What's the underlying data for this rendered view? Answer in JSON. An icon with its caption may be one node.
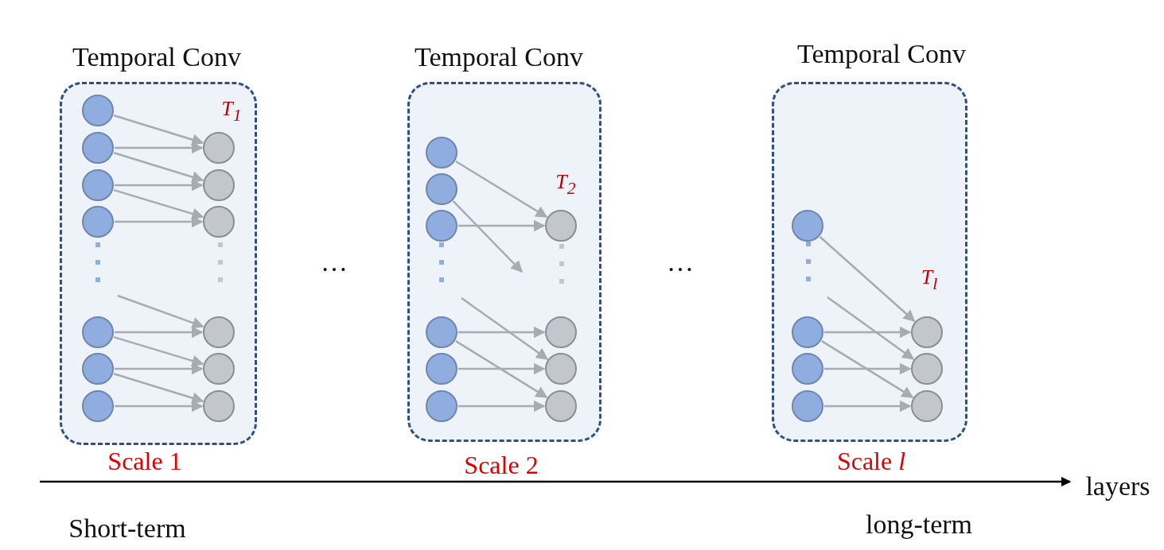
{
  "diagram": {
    "nodes": [
      {
        "text": [
          "Temporal Conv",
          "*T*$_{1}$"
        ],
        "beside": [
          "Scale 1"
        ]
      },
      {
        "text": [],
        "shape": "circle",
        "in": 0
      },
      {
        "text": [],
        "shape": "circle",
        "in": 0
      },
      {
        "text": [],
        "shape": "circle",
        "in": 0
      },
      {
        "text": [],
        "shape": "circle",
        "in": 0
      },
      {
        "text": [],
        "shape": "circle",
        "in": 0
      },
      {
        "text": [],
        "shape": "circle",
        "in": 0
      },
      {
        "text": [],
        "shape": "circle",
        "in": 0
      },
      {
        "text": [],
        "shape": "circle",
        "in": 0
      },
      {
        "text": [],
        "shape": "circle",
        "in": 0
      },
      {
        "text": [],
        "shape": "circle",
        "in": 0
      },
      {
        "text": [],
        "shape": "circle",
        "in": 0
      },
      {
        "text": [],
        "shape": "circle",
        "in": 0
      },
      {
        "text": [],
        "shape": "circle",
        "in": 0
      },
      {
        "text": [
          "Temporal Conv",
          "*T*$_{2}$"
        ],
        "beside": [
          "Scale 2"
        ]
      },
      {
        "text": [],
        "shape": "circle",
        "in": 14
      },
      {
        "text": [],
        "shape": "circle",
        "in": 14
      },
      {
        "text": [],
        "shape": "circle",
        "in": 14
      },
      {
        "text": [],
        "shape": "circle",
        "in": 14
      },
      {
        "text": [],
        "shape": "circle",
        "in": 14
      },
      {
        "text": [],
        "shape": "circle",
        "in": 14
      },
      {
        "text": [],
        "shape": "circle",
        "in": 14
      },
      {
        "text": [],
        "shape": "circle",
        "in": 14
      },
      {
        "text": [],
        "shape": "circle",
        "in": 14
      },
      {
        "text": [],
        "shape": "circle",
        "in": 14
      },
      {
        "text": [
          "Temporal Conv",
          "*T*$_{l}$"
        ],
        "beside": [
          "Scale *l*"
        ]
      },
      {
        "text": [],
        "shape": "circle",
        "in": 25
      },
      {
        "text": [],
        "shape": "circle",
        "in": 25
      },
      {
        "text": [],
        "shape": "circle",
        "in": 25
      },
      {
        "text": [],
        "shape": "circle",
        "in": 25
      },
      {
        "text": [],
        "shape": "circle",
        "in": 25
      },
      {
        "text": [],
        "shape": "circle",
        "in": 25
      },
      {
        "text": [],
        "shape": "circle",
        "in": 25
      }
    ],
    "edges": [
      {
        "from": 1,
        "to": 8,
        "arrow": "to"
      },
      {
        "from": 2,
        "to": 8,
        "arrow": "to"
      },
      {
        "from": 2,
        "to": 9,
        "arrow": "to"
      },
      {
        "from": 3,
        "to": 9,
        "arrow": "to"
      },
      {
        "from": 3,
        "to": 10,
        "arrow": "to"
      },
      {
        "from": 4,
        "to": 10,
        "arrow": "to"
      },
      {
        "from": null,
        "to": 11,
        "arrow": "to"
      },
      {
        "from": 5,
        "to": 11,
        "arrow": "to"
      },
      {
        "from": 5,
        "to": 12,
        "arrow": "to"
      },
      {
        "from": 6,
        "to": 12,
        "arrow": "to"
      },
      {
        "from": 6,
        "to": 13,
        "arrow": "to"
      },
      {
        "from": 7,
        "to": 13,
        "arrow": "to"
      },
      {
        "from": 15,
        "to": 21,
        "arrow": "to"
      },
      {
        "from": 16,
        "to": null,
        "arrow": "to"
      },
      {
        "from": 17,
        "to": 21,
        "arrow": "to"
      },
      {
        "from": null,
        "to": 23,
        "arrow": "to"
      },
      {
        "from": 18,
        "to": 22,
        "arrow": "to"
      },
      {
        "from": 18,
        "to": 24,
        "arrow": "to"
      },
      {
        "from": 19,
        "to": 23,
        "arrow": "to"
      },
      {
        "from": 20,
        "to": 24,
        "arrow": "to"
      },
      {
        "from": 26,
        "to": 30,
        "arrow": "to"
      },
      {
        "from": null,
        "to": 31,
        "arrow": "to"
      },
      {
        "from": 27,
        "to": 30,
        "arrow": "to"
      },
      {
        "from": 27,
        "to": 32,
        "arrow": "to"
      },
      {
        "from": 28,
        "to": 31,
        "arrow": "to"
      },
      {
        "from": 29,
        "to": 32,
        "arrow": "to"
      }
    ],
    "labels": [
      "…",
      "…",
      "layers",
      "Short-term",
      "long-term"
    ]
  }
}
